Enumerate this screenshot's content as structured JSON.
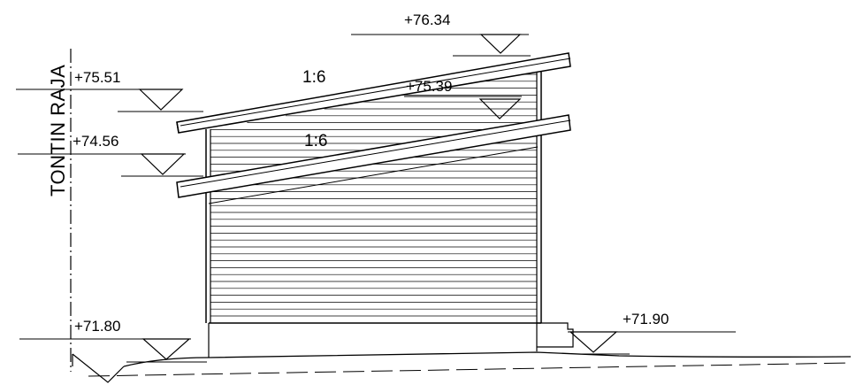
{
  "property_line": {
    "label": "TONTIN RAJA"
  },
  "levels": {
    "roof_top": "+76.34",
    "upper_roof_left": "+75.51",
    "mid_eave": "+75.39",
    "lower_roof_left": "+74.56",
    "ground_left": "+71.80",
    "ground_right": "+71.90"
  },
  "slopes": {
    "upper": "1:6",
    "lower": "1:6"
  }
}
